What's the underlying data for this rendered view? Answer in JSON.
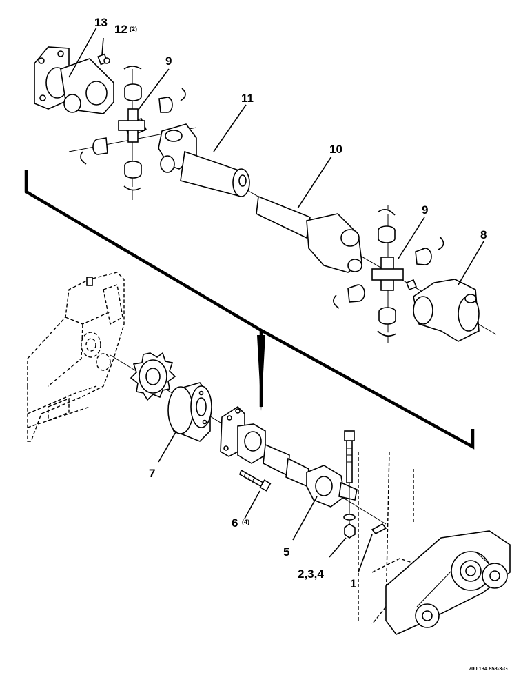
{
  "diagram": {
    "callouts": [
      {
        "id": "c13",
        "text": "13"
      },
      {
        "id": "c12",
        "text": "12",
        "qty": "(2)"
      },
      {
        "id": "c9a",
        "text": "9"
      },
      {
        "id": "c11",
        "text": "11"
      },
      {
        "id": "c10",
        "text": "10"
      },
      {
        "id": "c9b",
        "text": "9"
      },
      {
        "id": "c8",
        "text": "8"
      },
      {
        "id": "c7",
        "text": "7"
      },
      {
        "id": "c6",
        "text": "6",
        "qty": "(4)"
      },
      {
        "id": "c5",
        "text": "5"
      },
      {
        "id": "c234",
        "text": "2,3,4"
      },
      {
        "id": "c1",
        "text": "1"
      }
    ],
    "reference_number": "700 134 858-3-G"
  }
}
